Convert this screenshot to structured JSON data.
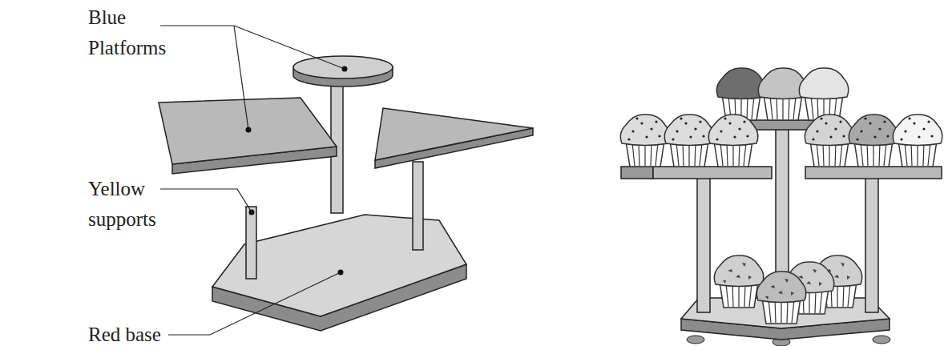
{
  "diagram": {
    "labels": [
      "Blue Platforms",
      "Yellow supports",
      "Red base"
    ]
  }
}
